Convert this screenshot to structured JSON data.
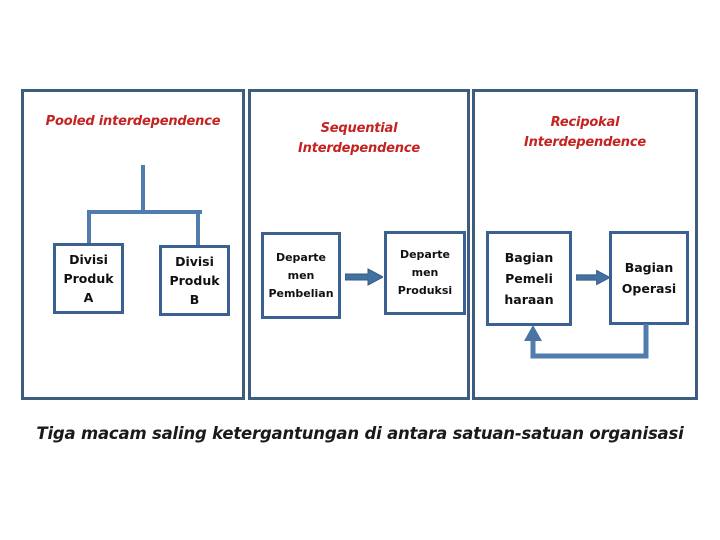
{
  "slide": {
    "caption": "Tiga macam saling ketergantungan di antara satuan-satuan organisasi"
  },
  "panels": [
    {
      "id": "pooled",
      "title": "Pooled interdependence",
      "boxes": [
        {
          "label": "Divisi\nProduk\nA"
        },
        {
          "label": "Divisi\nProduk\nB"
        }
      ]
    },
    {
      "id": "sequential",
      "title": "Sequential\nInterdependence",
      "boxes": [
        {
          "label": "Departe\nmen\nPembelian"
        },
        {
          "label": "Departe\nmen\nProduksi"
        }
      ],
      "connector": "right-block-arrow"
    },
    {
      "id": "recipokal",
      "title": "Recipokal\nInterdependence",
      "boxes": [
        {
          "label": "Bagian\nPemeli\nharaan"
        },
        {
          "label": "Bagian\nOperasi"
        }
      ],
      "connector": "right-block-arrow-with-feedback-loop"
    }
  ],
  "colors": {
    "panel_border": "#3e5d7e",
    "box_border": "#3a6191",
    "connector_line": "#507cae",
    "block_arrow_fill": "#4272a2",
    "title_red": "#c42322",
    "caption_text": "#1a1a1a",
    "box_text": "#111111",
    "background": "#ffffff"
  }
}
